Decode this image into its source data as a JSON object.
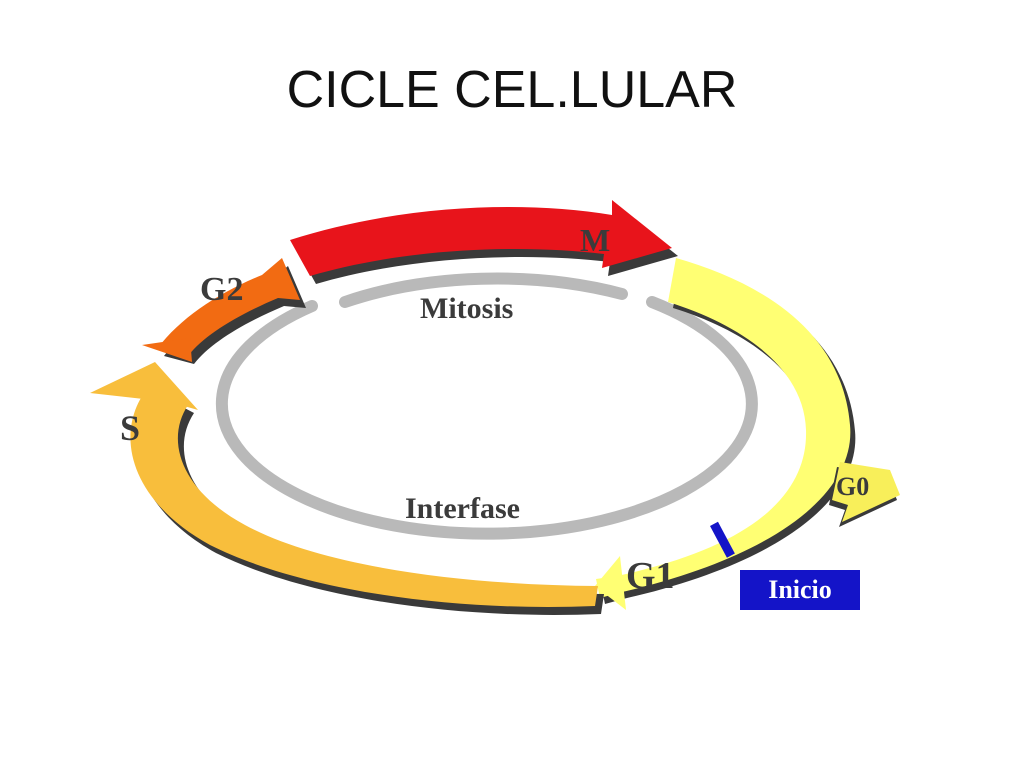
{
  "slide": {
    "title": "CICLE CEL.LULAR"
  },
  "diagram": {
    "inner_labels": {
      "mitosis": "Mitosis",
      "interfase": "Interfase"
    },
    "phases": [
      {
        "key": "m",
        "label": "M",
        "color": "#e8141b"
      },
      {
        "key": "g2",
        "label": "G2",
        "color": "#f26b12"
      },
      {
        "key": "s",
        "label": "S",
        "color": "#f8be3c"
      },
      {
        "key": "g1",
        "label": "G1",
        "color": "#ffff73"
      },
      {
        "key": "g0",
        "label": "G0",
        "color": "#f8ef5a"
      }
    ],
    "checkpoint": {
      "label": "Inicio",
      "color": "#1414c8"
    },
    "colors": {
      "inner_ring": "#b9b9b9",
      "shadow": "#3a3a3a",
      "label_text": "#3b3b3b"
    }
  }
}
